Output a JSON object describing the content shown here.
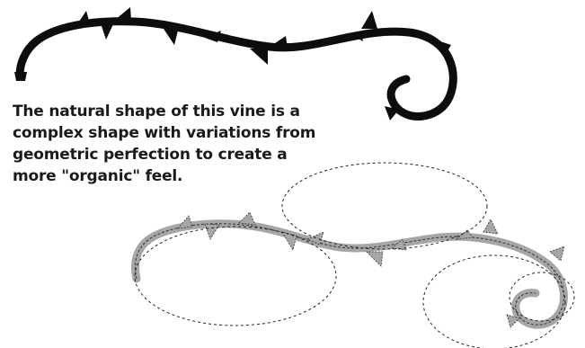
{
  "caption": {
    "line1": "The natural shape of this vine is a",
    "line2": "complex shape with variations from",
    "line3": "geometric perfection to create a",
    "line4": "more \"organic\" feel."
  },
  "colors": {
    "vine_solid": "#0d0d0d",
    "vine_gray": "#a6a6a6",
    "guide_stroke": "#222222",
    "background": "#ffffff",
    "text": "#1a1a1a"
  }
}
